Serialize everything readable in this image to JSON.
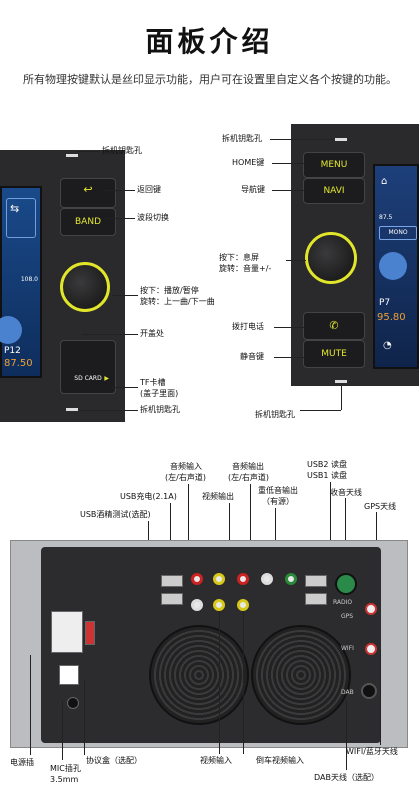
{
  "header": {
    "title": "面板介绍",
    "subtitle": "所有物理按键默认是丝印显示功能，用户可在设置里自定义各个按键的功能。"
  },
  "left_panel": {
    "labels": {
      "key_hole_top": "拆机钥匙孔",
      "back_key": "返回键",
      "band_switch": "波段切换",
      "press_play": "按下：播放/暂停",
      "rotate_track": "旋转：上一曲/下一曲",
      "cover_open": "开盖处",
      "tf_slot_1": "TF卡槽",
      "tf_slot_2": "(盖子里面)",
      "key_hole_bottom": "拆机钥匙孔"
    },
    "button_text": {
      "band": "BAND",
      "sd_card": "SD CARD",
      "back_glyph": "↩"
    },
    "screen_text": {
      "freq": "108.0",
      "preset": "P12",
      "value": "87.50"
    }
  },
  "right_panel": {
    "labels": {
      "key_hole_top": "拆机钥匙孔",
      "home_key": "HOME键",
      "nav_key": "导航键",
      "press_screen_off": "按下：息屏",
      "rotate_volume": "旋转：音量+/-",
      "call_key": "拨打电话",
      "mute_key": "静音键",
      "key_hole_bottom": "拆机钥匙孔"
    },
    "button_text": {
      "menu": "MENU",
      "navi": "NAVI",
      "mute": "MUTE"
    },
    "screen_text": {
      "freq": "87.5",
      "mono": "MONO",
      "preset": "P7",
      "value": "95.80"
    }
  },
  "back_panel": {
    "labels": {
      "audio_in_1": "音频输入",
      "audio_in_2": "(左/右声道)",
      "audio_out_1": "音频输出",
      "audio_out_2": "(左/右声道)",
      "usb2_drive": "USB2 读盘",
      "usb1_drive": "USB1 读盘",
      "usb_charge": "USB充电(2.1A)",
      "video_out": "视频输出",
      "subwoofer_1": "重低音输出",
      "subwoofer_2": "（有源）",
      "radio_antenna": "收音天线",
      "gps_antenna": "GPS天线",
      "usb_breath": "USB酒精测试(选配)",
      "power": "电源插",
      "mic_1": "MIC插孔",
      "mic_2": "3.5mm",
      "protocol_box": "协议盒（选配）",
      "video_in": "视频输入",
      "reverse_video": "倒车视频输入",
      "wifi_bt": "WIFI/蓝牙天线",
      "dab": "DAB天线（选配）"
    },
    "silk": {
      "radio": "RADIO",
      "gps": "GPS",
      "wifi": "WIFI",
      "dab": "DAB"
    }
  },
  "colors": {
    "knob_ring": "#e2e62a",
    "screen_blue": "#1a4a8a",
    "panel": "#2a2a2c"
  }
}
